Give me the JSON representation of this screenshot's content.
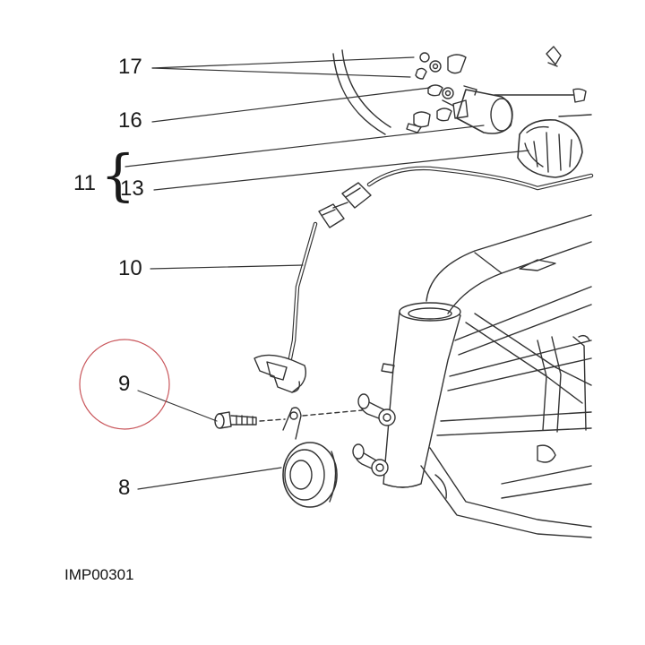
{
  "labels": {
    "p17": "17",
    "p16": "16",
    "p11": "11",
    "p13": "13",
    "p10": "10",
    "p9": "9",
    "p8": "8"
  },
  "image_code": "IMP00301",
  "colors": {
    "line": "#1a1a1a",
    "highlight_circle": "#c0393f"
  }
}
